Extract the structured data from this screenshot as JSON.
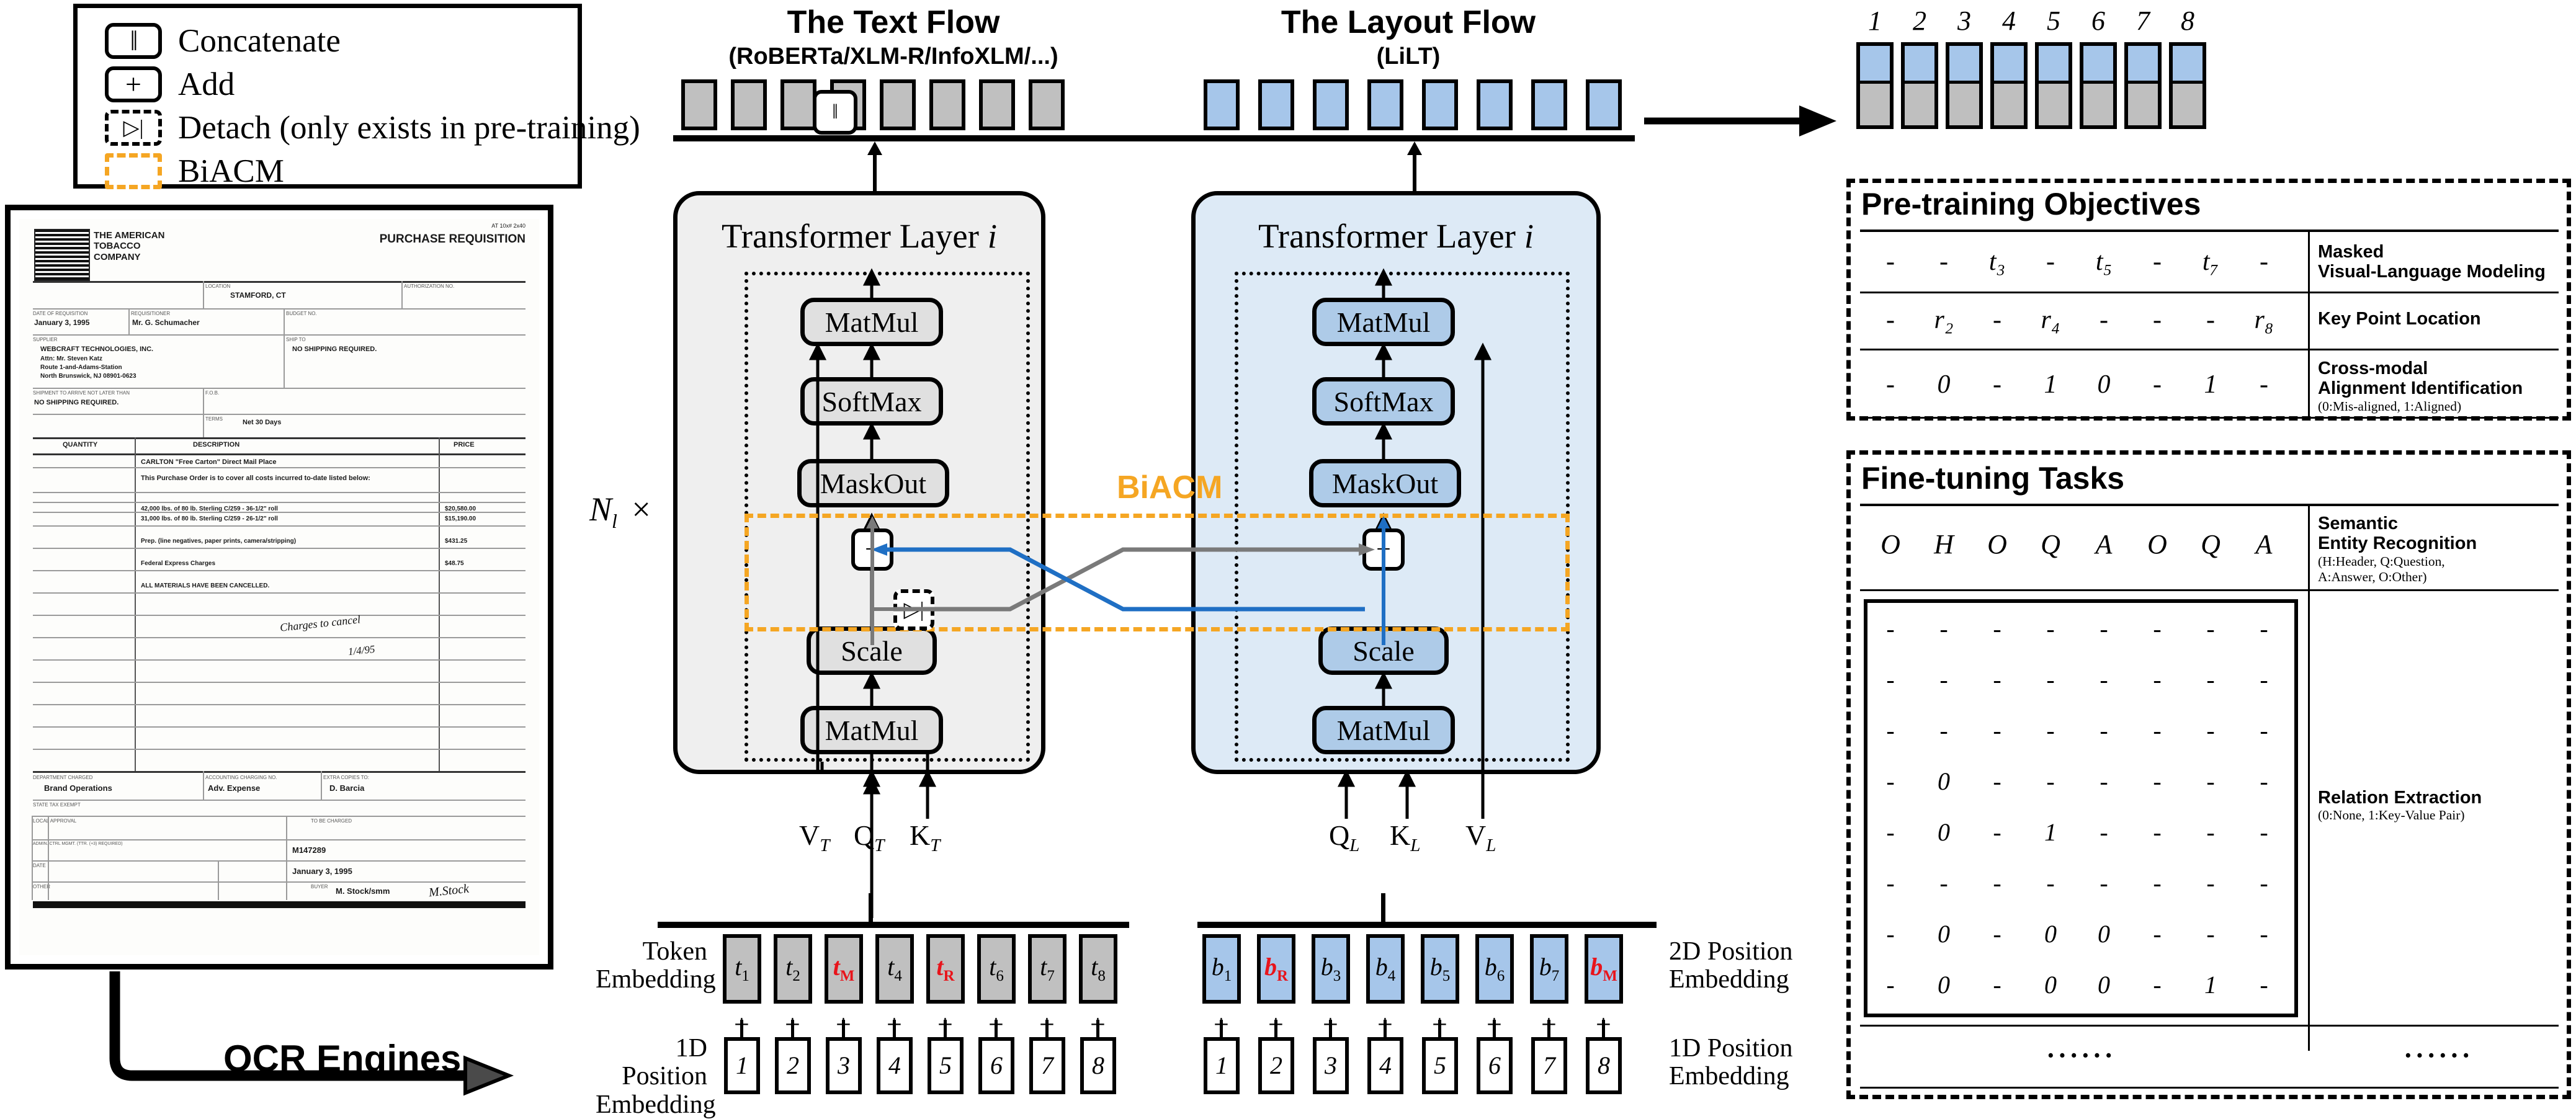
{
  "legend": {
    "items": [
      {
        "glyph": "‖",
        "icon": "concatenate-icon",
        "label": "Concatenate"
      },
      {
        "glyph": "+",
        "icon": "add-icon",
        "label": "Add"
      },
      {
        "glyph": "▷|",
        "icon": "detach-icon",
        "label": "Detach (only exists in pre-training)"
      },
      {
        "glyph": "",
        "icon": "biacm-swatch-icon",
        "label": "BiACM"
      }
    ]
  },
  "document": {
    "company": "THE AMERICAN TOBACCO COMPANY",
    "doc_title": "PURCHASE REQUISITION",
    "ref_no": "AT 10x#  2x40",
    "fields": [
      {
        "label": "LOCATION",
        "value": "STAMFORD, CT"
      },
      {
        "label": "AUTHORIZATION NO.",
        "value": ""
      },
      {
        "label": "DATE OF REQUISITION",
        "value": "January 3, 1995"
      },
      {
        "label": "REQUISITIONER",
        "value": "Mr. G. Schumacher"
      },
      {
        "label": "BUDGET NO.",
        "value": ""
      },
      {
        "label": "SUPPLIER",
        "value": "WEBCRAFT TECHNOLOGIES, INC."
      },
      {
        "label": "SHIP TO",
        "value": "NO SHIPPING REQUIRED."
      },
      {
        "label": "",
        "value": "Attn: Mr. Steven Katz"
      },
      {
        "label": "",
        "value": "Route 1-and-Adams-Station"
      },
      {
        "label": "",
        "value": "North Brunswick, NJ 08901-0623"
      },
      {
        "label": "SHIPMENT TO ARRIVE NOT LATER THAN",
        "value": "NO SHIPPING REQUIRED."
      },
      {
        "label": "F.O.B.",
        "value": ""
      },
      {
        "label": "TERMS",
        "value": "Net 30 Days"
      }
    ],
    "table_headers": [
      "QUANTITY",
      "DESCRIPTION",
      "PRICE"
    ],
    "table_rows": [
      {
        "qty": "",
        "desc": "CARLTON \"Free Carton\" Direct Mail Place",
        "price": ""
      },
      {
        "qty": "",
        "desc": "This Purchase Order is to cover all costs incurred to-date listed below:",
        "price": ""
      },
      {
        "qty": "",
        "desc": "42,000 lbs. of 80 lb. Sterling C/259 - 36-1/2\" roll",
        "price": "$20,580.00"
      },
      {
        "qty": "",
        "desc": "31,000 lbs. of 80 lb. Sterling C/259 - 26-1/2\" roll",
        "price": "$15,190.00"
      },
      {
        "qty": "",
        "desc": "Prep. (line negatives, paper prints, camera/stripping)",
        "price": "$431.25"
      },
      {
        "qty": "",
        "desc": "Federal Express Charges",
        "price": "$48.75"
      },
      {
        "qty": "",
        "desc": "ALL MATERIALS HAVE BEEN CANCELLED.",
        "price": ""
      }
    ],
    "handwriting": "Charges to cancel",
    "hand_date": "1/4/95",
    "footer": [
      {
        "label": "DEPARTMENT CHARGED",
        "value": "Brand Operations"
      },
      {
        "label": "ACCOUNTING CHARGING NO.",
        "value": "Adv. Expense"
      },
      {
        "label": "EXTRA COPIES TO:",
        "value": "D. Barcia"
      },
      {
        "label": "STATE TAX EXEMPT",
        "value": ""
      },
      {
        "label": "LOCAL APPROVAL",
        "value": ""
      },
      {
        "label": "TO BE CHARGED",
        "value": ""
      },
      {
        "label": "ADMIN. CTRL MGMT. (TTR. (+3) REQUIRED)",
        "value": "M147289"
      },
      {
        "label": "DATE",
        "value": "January 3, 1995"
      },
      {
        "label": "OTHER",
        "value": ""
      },
      {
        "label": "BUYER",
        "value": "M. Stock/smm"
      }
    ]
  },
  "ocr": {
    "label": "OCR Engines"
  },
  "flows": {
    "text": {
      "title": "The Text Flow",
      "subtitle": "(RoBERTa/XLM-R/InfoXLM/...)",
      "layer_title": "Transformer Layer",
      "layer_index": "i"
    },
    "layout": {
      "title": "The Layout Flow",
      "subtitle": "(LiLT)",
      "layer_title": "Transformer Layer",
      "layer_index": "i"
    }
  },
  "repeat": {
    "label": "N",
    "sub": "l",
    "times": "×"
  },
  "attention": {
    "text_ops": [
      "MatMul",
      "SoftMax",
      "MaskOut",
      "Scale",
      "MatMul"
    ],
    "layout_ops": [
      "MatMul",
      "SoftMax",
      "MaskOut",
      "Scale",
      "MatMul"
    ],
    "text_inputs": [
      {
        "sym": "V",
        "sub": "T"
      },
      {
        "sym": "Q",
        "sub": "T"
      },
      {
        "sym": "K",
        "sub": "T"
      }
    ],
    "layout_inputs": [
      {
        "sym": "Q",
        "sub": "L"
      },
      {
        "sym": "K",
        "sub": "L"
      },
      {
        "sym": "V",
        "sub": "L"
      }
    ],
    "add_glyph": "+",
    "detach_glyph": "▷|",
    "biacm_label": "BiACM"
  },
  "concat_chip": {
    "glyph": "‖"
  },
  "embeddings": {
    "token_label": "Token\nEmbedding",
    "pos1d_label_left": "1D Position\nEmbedding",
    "pos2d_label": "2D Position\nEmbedding",
    "pos1d_label_right": "1D Position\nEmbedding",
    "plus": "+",
    "text_tokens": [
      {
        "base": "t",
        "sub": "1",
        "red": false
      },
      {
        "base": "t",
        "sub": "2",
        "red": false
      },
      {
        "base": "t",
        "sub": "M",
        "red": true
      },
      {
        "base": "t",
        "sub": "4",
        "red": false
      },
      {
        "base": "t",
        "sub": "R",
        "red": true
      },
      {
        "base": "t",
        "sub": "6",
        "red": false
      },
      {
        "base": "t",
        "sub": "7",
        "red": false
      },
      {
        "base": "t",
        "sub": "8",
        "red": false
      }
    ],
    "layout_tokens": [
      {
        "base": "b",
        "sub": "1",
        "red": false
      },
      {
        "base": "b",
        "sub": "R",
        "red": true
      },
      {
        "base": "b",
        "sub": "3",
        "red": false
      },
      {
        "base": "b",
        "sub": "4",
        "red": false
      },
      {
        "base": "b",
        "sub": "5",
        "red": false
      },
      {
        "base": "b",
        "sub": "6",
        "red": false
      },
      {
        "base": "b",
        "sub": "7",
        "red": false
      },
      {
        "base": "b",
        "sub": "M",
        "red": true
      }
    ],
    "positions_text": [
      "1",
      "2",
      "3",
      "4",
      "5",
      "6",
      "7",
      "8"
    ],
    "positions_layout": [
      "1",
      "2",
      "3",
      "4",
      "5",
      "6",
      "7",
      "8"
    ]
  },
  "output": {
    "indices": [
      "1",
      "2",
      "3",
      "4",
      "5",
      "6",
      "7",
      "8"
    ],
    "top_color": "#a6c6ea",
    "bottom_color": "#bfbfbf"
  },
  "pretraining": {
    "title": "Pre-training Objectives",
    "rows": [
      {
        "values": [
          "-",
          "-",
          "t₃",
          "-",
          "t₅",
          "-",
          "t₇",
          "-"
        ],
        "name": "Masked\nVisual-Language Modeling",
        "note": ""
      },
      {
        "values": [
          "-",
          "r₂",
          "-",
          "r₄",
          "-",
          "-",
          "-",
          "r₈"
        ],
        "name": "Key Point Location",
        "note": ""
      },
      {
        "values": [
          "-",
          "0",
          "-",
          "1",
          "0",
          "-",
          "1",
          "-"
        ],
        "name": "Cross-modal\nAlignment Identification",
        "note": "(0:Mis-aligned, 1:Aligned)"
      }
    ]
  },
  "finetuning": {
    "title": "Fine-tuning Tasks",
    "ser": {
      "values": [
        "O",
        "H",
        "O",
        "Q",
        "A",
        "O",
        "Q",
        "A"
      ],
      "name": "Semantic\nEntity Recognition",
      "note": "(H:Header, Q:Question,\nA:Answer, O:Other)"
    },
    "re": {
      "matrix": [
        [
          "-",
          "-",
          "-",
          "-",
          "-",
          "-",
          "-",
          "-"
        ],
        [
          "-",
          "-",
          "-",
          "-",
          "-",
          "-",
          "-",
          "-"
        ],
        [
          "-",
          "-",
          "-",
          "-",
          "-",
          "-",
          "-",
          "-"
        ],
        [
          "-",
          "0",
          "-",
          "-",
          "-",
          "-",
          "-",
          "-"
        ],
        [
          "-",
          "0",
          "-",
          "1",
          "-",
          "-",
          "-",
          "-"
        ],
        [
          "-",
          "-",
          "-",
          "-",
          "-",
          "-",
          "-",
          "-"
        ],
        [
          "-",
          "0",
          "-",
          "0",
          "0",
          "-",
          "-",
          "-"
        ],
        [
          "-",
          "0",
          "-",
          "0",
          "0",
          "-",
          "1",
          "-"
        ]
      ],
      "name": "Relation Extraction",
      "note": "(0:None, 1:Key-Value Pair)"
    },
    "ellipsis_left": "······",
    "ellipsis_right": "······"
  },
  "colors": {
    "text_flow_fill": "#efefef",
    "layout_flow_fill": "#ddeaf6",
    "token_gray": "#c0c0c0",
    "token_blue": "#a6c6ea",
    "accent_orange": "#F5A623",
    "mask_red": "#e8141b",
    "arrow_blue": "#1f6fc4",
    "arrow_gray": "#7a7a7a"
  }
}
